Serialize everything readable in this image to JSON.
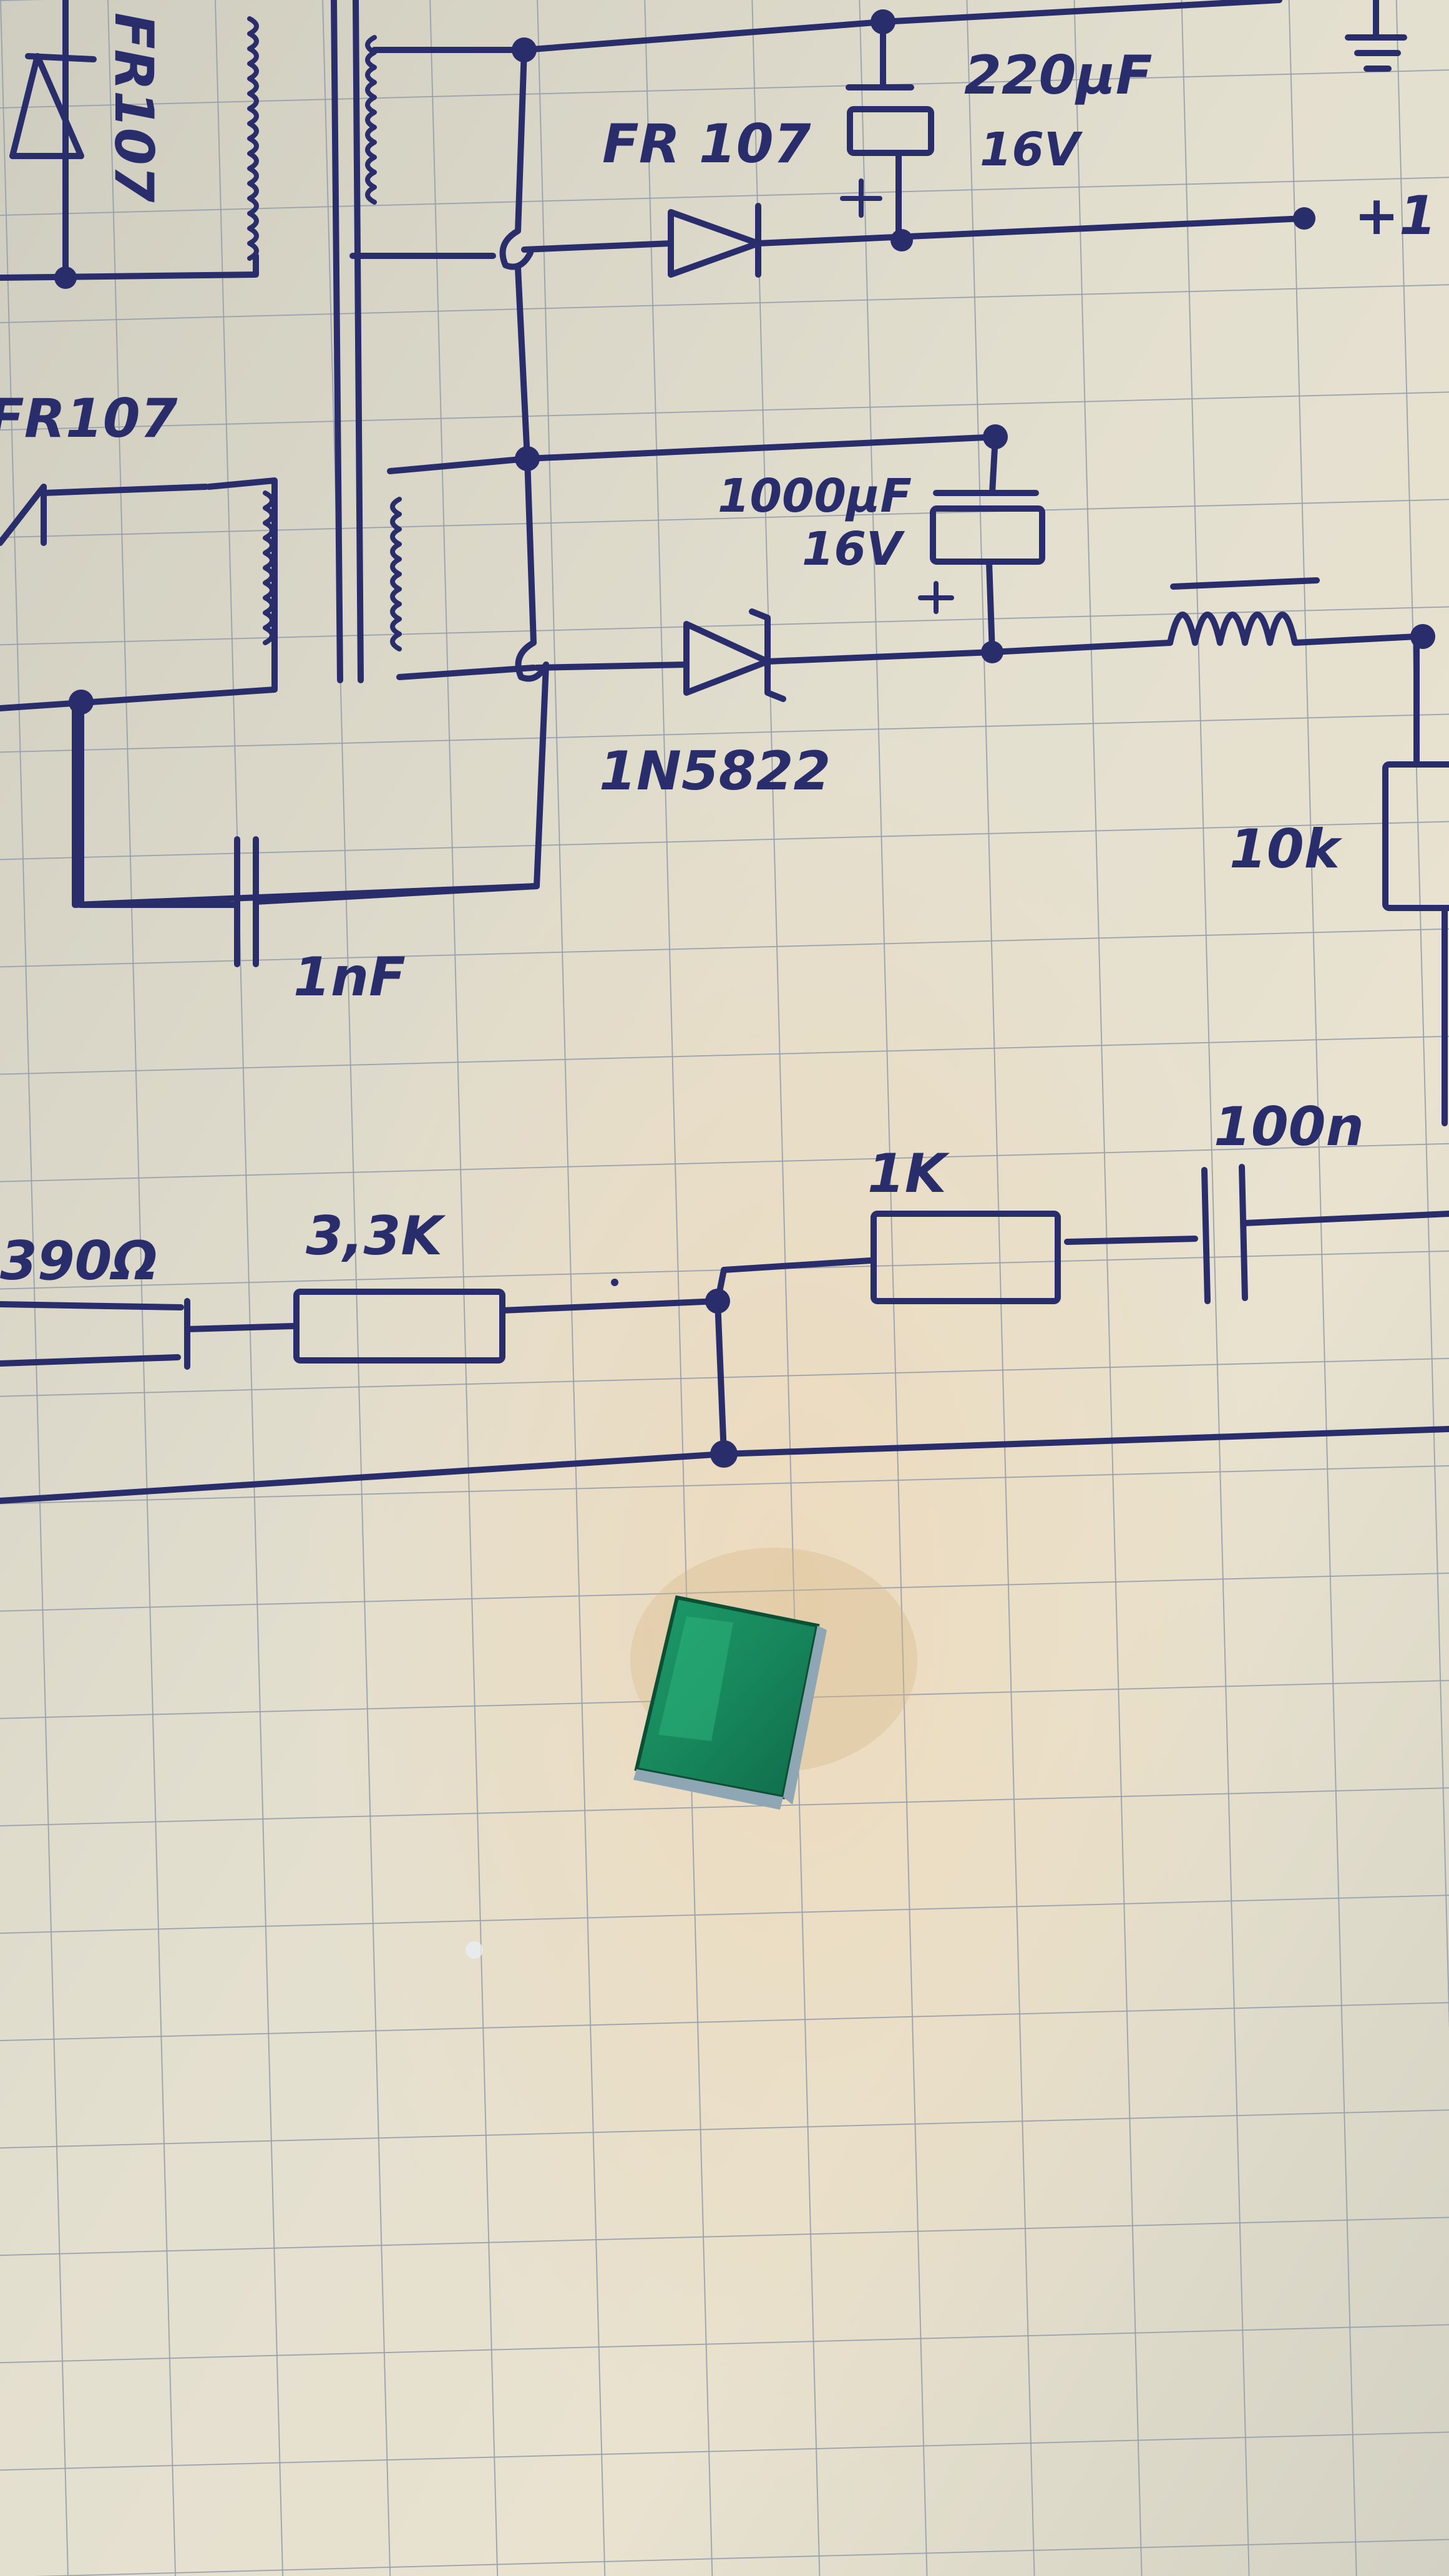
{
  "labels": {
    "diode_top_left": "FR107",
    "diode_mid_left": "FR107",
    "diode_top": "FR 107",
    "cap_220": "220µF",
    "cap_220_voltage": "16V",
    "cap_1000": "1000µF",
    "cap_1000_voltage": "16V",
    "schottky": "1N5822",
    "cap_1n": "1nF",
    "res_10k": "10k",
    "res_390": "390Ω",
    "res_3k3": "3,3K",
    "res_1k": "1K",
    "cap_100n": "100n",
    "rail_plus": "+1",
    "plus_sign_a": "+",
    "plus_sign_b": "+"
  },
  "colors": {
    "paper": "#dcdac9",
    "ink": "#2a2d6b",
    "grid": "#9aa3b0",
    "component_green": "#1b8f5f"
  }
}
